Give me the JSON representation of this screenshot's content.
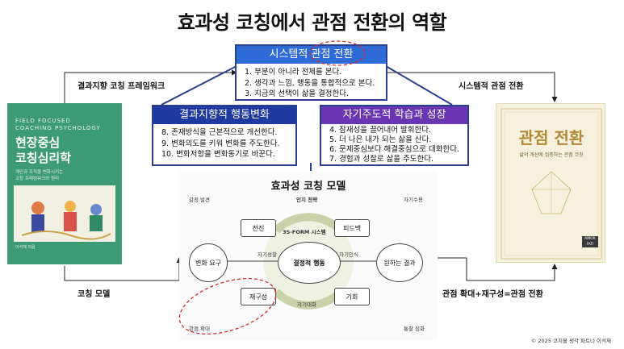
{
  "title": "효과성 코칭에서 관점 전환의 역할",
  "systems_box": {
    "header": "시스템적 관점 전환",
    "items": [
      "1. 부분이 아니라 전체를 본다.",
      "2. 생각과 느낌, 행동을 통합적으로 본다.",
      "3. 지금의 선택이 삶을 결정한다."
    ]
  },
  "results_box": {
    "header": "결과지향적 행동변화",
    "items": [
      "8. 존재방식을 근본적으로 개선한다.",
      "9. 변화의도를 키워 변화를 주도한다.",
      "10. 변화저항을 변화동기로 바꾼다."
    ]
  },
  "self_box": {
    "header": "자기주도적 학습과 성장",
    "items": [
      "4. 잠재성을 끌어내어 발휘한다.",
      "5. 더 나은 내가 되는 삶을 산다.",
      "6. 문제중심보다 해결중심으로 대화한다.",
      "7. 경험과 성찰로 삶을 주도한다."
    ]
  },
  "arrow_labels": {
    "top_left": "결과지향 코칭 프레임워크",
    "top_right": "시스템적 관점 전환",
    "bottom_left": "코칭 모델",
    "bottom_right": "관점 확대+재구성=관점 전환"
  },
  "book_left": {
    "english": "FIELD FOCUSED\nCOACHING PSYCHOLOGY",
    "title": "현장중심\n코칭심리학",
    "subtitle": "개인과 조직을 변화시키는\n코칭 프레임워크와 원리",
    "footer": "이석재 지음"
  },
  "book_right": {
    "title": "관점 전환",
    "subtitle": "삶의 개선에 집중하는 관점 코칭",
    "publisher": "AMOR FATI"
  },
  "model": {
    "title": "효과성 코칭 모델",
    "corner_tl": "감정 발견",
    "corner_tr": "자기수용",
    "corner_bl": "관점 확대",
    "corner_br": "통찰 심화",
    "top_center": "인지 전략",
    "system_label": "3S-FORM 시스템",
    "left_circle": "변화 요구",
    "center_circle": "결정적 행동",
    "right_circle": "원하는 결과",
    "box_tl": "전진",
    "box_tr": "피드백",
    "box_bl": "재구성",
    "box_br": "기회",
    "lbl_self_growth": "자기성찰",
    "lbl_self_aware": "자기인식",
    "lbl_self_talk": "자기대화"
  },
  "copyright": "© 2025 코치올 생각 파트너 이석재",
  "colors": {
    "blue_header": "#2f6bd6",
    "navy_header": "#1f3aa0",
    "purple_header": "#6a35b2",
    "box_border": "#2a3f8f",
    "highlight_ellipse": "#d62828",
    "book_left_bg": "#3c9a74",
    "book_right_bg": "#f6f1dd"
  }
}
